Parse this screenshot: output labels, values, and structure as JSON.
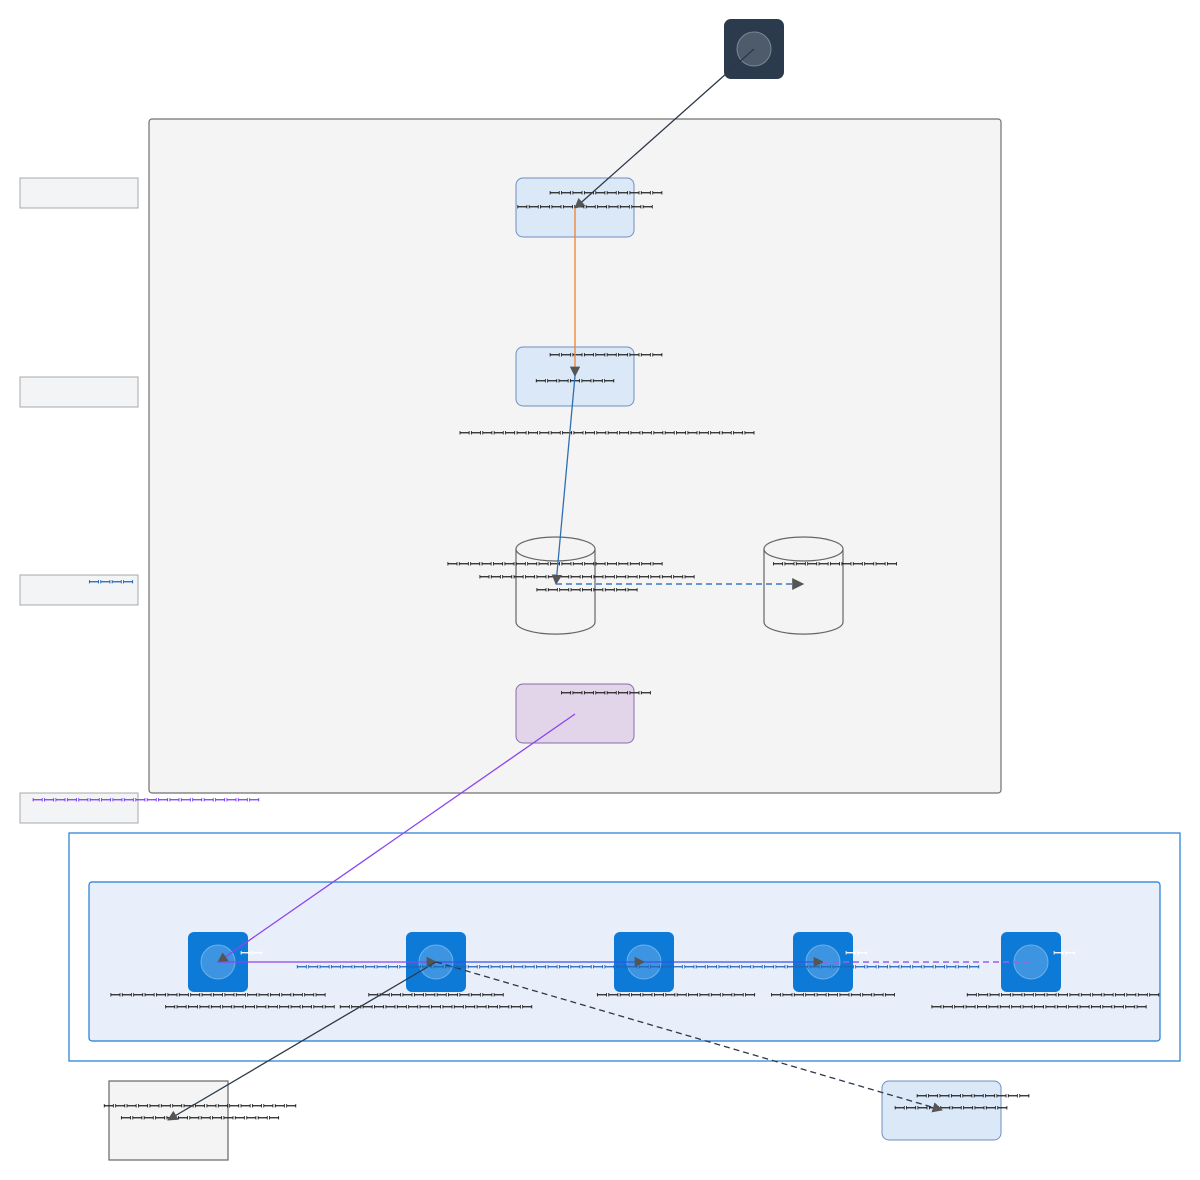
{
  "diagram": {
    "colors": {
      "dark_node": "#2b3a4c",
      "azure_blue": "#0d7ad8",
      "group_main_fill": "#f4f4f4",
      "group_outer_stroke": "#1f7ad3",
      "group_inner_fill": "#e8effa",
      "light_blue_fill": "#dbe8f8",
      "light_blue_stroke": "#6d8fbd",
      "purple_fill": "#e2d5ea",
      "orange_edge": "#f0822e",
      "blue_edge": "#2f6fb2",
      "purple_edge": "#8c44f0",
      "dark_edge": "#2d3848"
    },
    "lane_labels": [
      "",
      "",
      "ꟷꟷꟷꟷ",
      "ꟷꟷꟷꟷꟷꟷꟷꟷꟷꟷꟷꟷꟷꟷꟷꟷꟷꟷꟷꟷ"
    ],
    "nodes": {
      "gateway_top_label": "ꟷꟷꟷꟷꟷꟷꟷꟷꟷꟷ",
      "gateway_sub_label": "ꟷꟷꟷꟷꟷꟷꟷꟷꟷꟷꟷꟷ",
      "service_top_label": "ꟷꟷꟷꟷꟷꟷꟷꟷꟷꟷ",
      "service_sub_label": "ꟷꟷꟷꟷꟷꟷꟷ",
      "service_caption": "ꟷꟷꟷꟷꟷꟷꟷꟷꟷꟷꟷꟷꟷꟷꟷꟷꟷꟷꟷꟷꟷꟷꟷꟷꟷꟷ",
      "db_left_line1": "ꟷꟷꟷꟷꟷꟷꟷꟷꟷꟷꟷꟷꟷꟷꟷꟷꟷꟷꟷ",
      "db_left_line2": "ꟷꟷꟷꟷꟷꟷꟷꟷꟷꟷꟷꟷꟷꟷꟷꟷꟷꟷꟷ",
      "db_left_line3": "ꟷꟷꟷꟷꟷꟷꟷꟷꟷ",
      "db_right_label": "ꟷꟷꟷꟷꟷꟷꟷꟷꟷꟷꟷ",
      "queue_label": "ꟷꟷꟷꟷꟷꟷꟷꟷ",
      "func1_line1": "ꟷꟷꟷꟷꟷꟷꟷꟷꟷꟷꟷꟷꟷꟷꟷꟷꟷꟷꟷ",
      "func1_line2": "ꟷꟷꟷꟷꟷꟷꟷꟷꟷꟷꟷꟷꟷꟷꟷ",
      "func1_badge": "ꟷꟷ",
      "func2_line1": "ꟷꟷꟷꟷꟷꟷꟷꟷꟷꟷꟷꟷ",
      "func2_line2": "ꟷꟷꟷꟷꟷꟷꟷꟷꟷꟷꟷꟷꟷꟷꟷꟷꟷ",
      "func3_line1": "ꟷꟷꟷꟷꟷꟷꟷꟷꟷꟷꟷꟷꟷꟷ",
      "func4_line1": "ꟷꟷꟷꟷꟷꟷꟷꟷꟷꟷꟷ",
      "func4_badge": "ꟷꟷ",
      "func5_line1": "ꟷꟷꟷꟷꟷꟷꟷꟷꟷꟷꟷꟷꟷꟷꟷꟷꟷ",
      "func5_line2": "ꟷꟷꟷꟷꟷꟷꟷꟷꟷꟷꟷꟷꟷꟷꟷꟷꟷꟷꟷ",
      "func5_badge": "ꟷꟷ",
      "func_row_caption": "ꟷꟷꟷꟷꟷꟷꟷꟷꟷꟷꟷꟷꟷꟷꟷꟷꟷꟷꟷꟷꟷꟷꟷꟷꟷꟷꟷꟷꟷꟷꟷꟷꟷꟷꟷꟷꟷꟷꟷꟷꟷꟷꟷꟷꟷꟷꟷꟷꟷꟷꟷꟷꟷꟷꟷꟷꟷꟷꟷꟷ",
      "client_line1": "ꟷꟷꟷꟷꟷꟷꟷꟷꟷꟷꟷꟷꟷꟷꟷꟷꟷ",
      "client_line2": "ꟷꟷꟷꟷꟷꟷꟷꟷꟷꟷꟷꟷꟷꟷ",
      "store_top_label": "ꟷꟷꟷꟷꟷꟷꟷꟷꟷꟷ",
      "store_sub_label": "ꟷꟷꟷꟷꟷꟷꟷꟷꟷꟷ"
    }
  }
}
